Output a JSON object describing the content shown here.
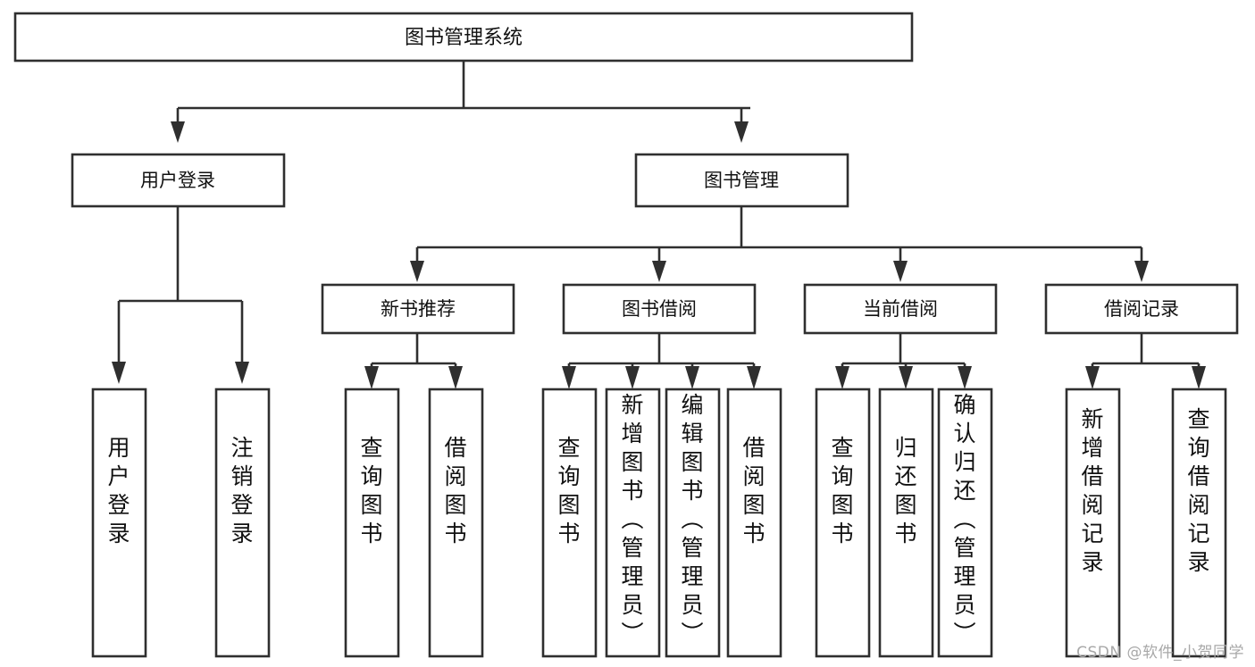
{
  "diagram": {
    "kind": "tree-hierarchy-chart",
    "root": {
      "id": "root",
      "label": "图书管理系统",
      "orientation": "horizontal"
    },
    "level2": [
      {
        "id": "user-login",
        "label": "用户登录",
        "orientation": "horizontal"
      },
      {
        "id": "book-manage",
        "label": "图书管理",
        "orientation": "horizontal"
      }
    ],
    "level3": [
      {
        "id": "new-book-rec",
        "label": "新书推荐",
        "orientation": "horizontal",
        "parent": "book-manage"
      },
      {
        "id": "book-borrow",
        "label": "图书借阅",
        "orientation": "horizontal",
        "parent": "book-manage"
      },
      {
        "id": "current-borrow",
        "label": "当前借阅",
        "orientation": "horizontal",
        "parent": "book-manage"
      },
      {
        "id": "borrow-record",
        "label": "借阅记录",
        "orientation": "horizontal",
        "parent": "book-manage"
      }
    ],
    "leaves": [
      {
        "id": "leaf-user-login",
        "label": "用户登录",
        "orientation": "vertical",
        "parent": "user-login"
      },
      {
        "id": "leaf-logout",
        "label": "注销登录",
        "orientation": "vertical",
        "parent": "user-login"
      },
      {
        "id": "leaf-query-book-1",
        "label": "查询图书",
        "orientation": "vertical",
        "parent": "new-book-rec"
      },
      {
        "id": "leaf-borrow-book-1",
        "label": "借阅图书",
        "orientation": "vertical",
        "parent": "new-book-rec"
      },
      {
        "id": "leaf-query-book-2",
        "label": "查询图书",
        "orientation": "vertical",
        "parent": "book-borrow"
      },
      {
        "id": "leaf-add-book",
        "label": "新增图书（管理员）",
        "orientation": "vertical",
        "parent": "book-borrow"
      },
      {
        "id": "leaf-edit-book",
        "label": "编辑图书（管理员）",
        "orientation": "vertical",
        "parent": "book-borrow"
      },
      {
        "id": "leaf-borrow-book-2",
        "label": "借阅图书",
        "orientation": "vertical",
        "parent": "book-borrow"
      },
      {
        "id": "leaf-query-book-3",
        "label": "查询图书",
        "orientation": "vertical",
        "parent": "current-borrow"
      },
      {
        "id": "leaf-return-book",
        "label": "归还图书",
        "orientation": "vertical",
        "parent": "current-borrow"
      },
      {
        "id": "leaf-confirm-return",
        "label": "确认归还（管理员）",
        "orientation": "vertical",
        "parent": "current-borrow"
      },
      {
        "id": "leaf-add-record",
        "label": "新增借阅记录",
        "orientation": "vertical",
        "parent": "borrow-record"
      },
      {
        "id": "leaf-query-record",
        "label": "查询借阅记录",
        "orientation": "vertical",
        "parent": "borrow-record"
      }
    ]
  },
  "watermark": {
    "text": "CSDN @软件_小贺同学"
  },
  "colors": {
    "stroke": "#2f2f2f",
    "fill": "#ffffff",
    "text": "#111111",
    "watermark": "#a8a8a8"
  }
}
